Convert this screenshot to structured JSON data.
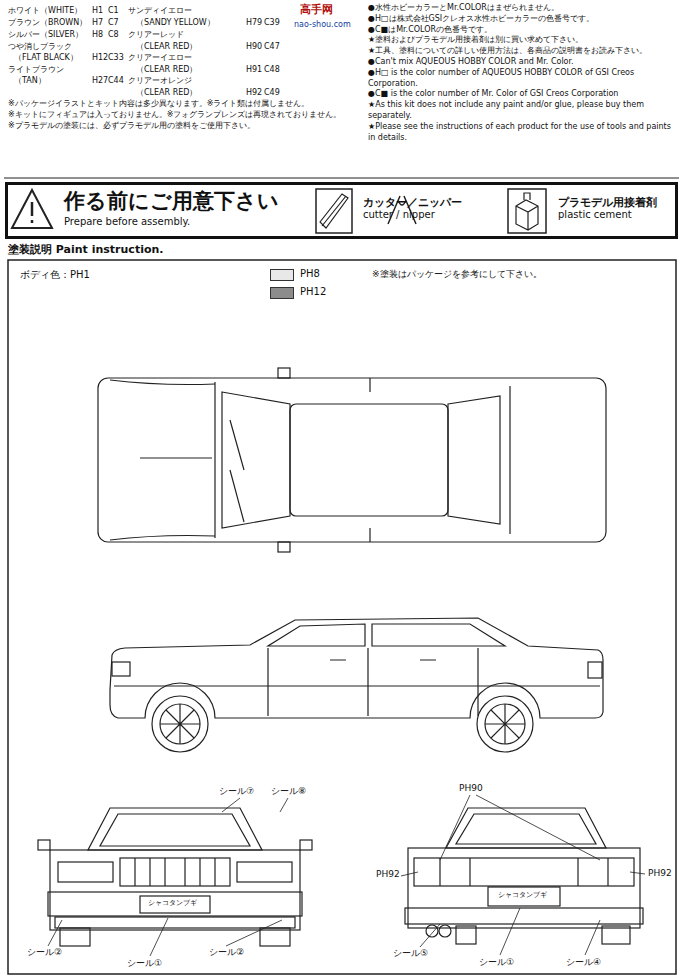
{
  "diagram": {
    "nodes": [
      {
        "text": [
          "作る前にご用意下さい",
          "Prepare before assembly."
        ]
      },
      {
        "text": [
          "カッター／ニッパー",
          "cutter / nipper"
        ],
        "in": 0
      },
      {
        "text": [
          "プラモデル用接着剤",
          "plastic cement"
        ],
        "in": 0
      }
    ],
    "labels": [
      "ホワイト（WHITE）",
      "H1",
      "C1",
      "ブラウン（BROWN）",
      "H7",
      "C7",
      "シルバー（SILVER）",
      "H8",
      "C8",
      "つや消しブラック",
      "（FLAT BLACK）",
      "H12",
      "C33",
      "ライトブラウン",
      "（TAN）",
      "H27",
      "C44",
      "サンディイエロー",
      "（SANDY YELLOW）",
      "H79",
      "C39",
      "クリアーレッド",
      "（CLEAR RED）",
      "H90",
      "C47",
      "クリアーイエロー",
      "（CLEAR RED）",
      "H91",
      "C48",
      "クリアーオレンジ",
      "（CLEAR RED）",
      "H92",
      "C49",
      "※パッケージイラストとキット内容は多少異なります。※ライト類は付属しません。",
      "※キットにフィギュアは入っておりません。※フォグランプレンズは再現されておりません。",
      "※プラモデルの塗装には、必ずプラモデル用の塗料をご使用下さい。",
      "●水性ホビーカラーとMr.COLORはまぜられません。",
      "●H□は株式会社GSIクレオス水性ホビーカラーの色番号です。",
      "●C■はMr.COLORの色番号です。",
      "★塗料およびプラモデル用接着剤は別に買い求めて下さい。",
      "★工具、塗料についての詳しい使用方法は、各商品の説明書をお読み下さい。",
      "●Can't mix AQUEOUS HOBBY COLOR and Mr. Color.",
      "●H□ is the color number of AQUEOUS HOBBY COLOR of GSI Creos Corporation.",
      "●C■ is the color number of Mr. Color of GSI Creos Corporation",
      "★As this kit does not include any paint and/or glue, please buy them separately.",
      "★Please see the instructions of each product for the use of tools and paints in details.",
      "高手网",
      "nao-shou.com",
      "塗装説明 Paint instruction.",
      "ボディ色：PH1",
      "※塗装はパッケージを参考にして下さい。",
      "シャコタンブギ",
      "シャコタンブギ",
      "シール⑦",
      "シール⑧",
      "シール②",
      "シール①",
      "シール②",
      "PH90",
      "PH92",
      "PH92",
      "シール⑤",
      "シール①",
      "シール④"
    ],
    "legend": [
      {
        "text": "PH8",
        "color": "#e8e8e8"
      },
      {
        "text": "PH12",
        "color": "#8c8c8c"
      }
    ]
  }
}
